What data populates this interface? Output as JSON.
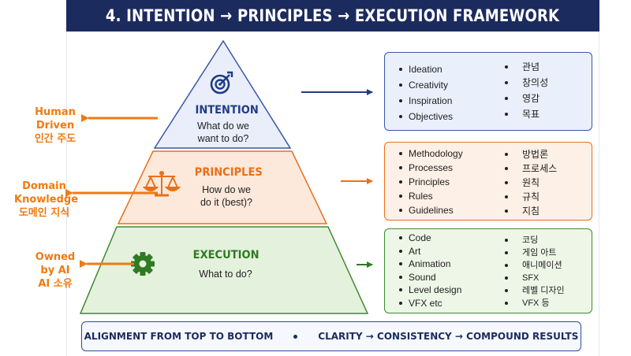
{
  "title": "4. INTENTION → PRINCIPLES → EXECUTION FRAMEWORK",
  "colors": {
    "banner": "#1c2b5e",
    "intention": "#1f3c88",
    "principles": "#e8701a",
    "execution": "#2f7a23",
    "side_labels": "#f07a10"
  },
  "tiers": [
    {
      "title": "INTENTION",
      "question": [
        "What do we",
        "want to do?"
      ],
      "icon": "target-icon",
      "side_label": [
        "Human",
        "Driven",
        "인간 주도"
      ],
      "items_en": [
        "Ideation",
        "Creativity",
        "Inspiration",
        "Objectives"
      ],
      "items_ko": [
        "관념",
        "창의성",
        "영감",
        "목표"
      ]
    },
    {
      "title": "PRINCIPLES",
      "question": [
        "How do we",
        "do it (best)?"
      ],
      "icon": "balance-scale-icon",
      "side_label": [
        "Domain",
        "Knowledge",
        "도메인 지식"
      ],
      "items_en": [
        "Methodology",
        "Processes",
        "Principles",
        "Rules",
        "Guidelines"
      ],
      "items_ko": [
        "방법론",
        "프로세스",
        "원칙",
        "규칙",
        "지침"
      ]
    },
    {
      "title": "EXECUTION",
      "question": [
        "What to do?"
      ],
      "icon": "gear-icon",
      "side_label": [
        "Owned",
        "by AI",
        "AI 소유"
      ],
      "items_en": [
        "Code",
        "Art",
        "Animation",
        "Sound",
        "Level design",
        "VFX etc"
      ],
      "items_ko": [
        "코딩",
        "게임 아트",
        "애니메이션",
        "SFX",
        "레벨 디자인",
        "VFX 등"
      ]
    }
  ],
  "footer": {
    "left": "ALIGNMENT FROM TOP TO BOTTOM",
    "right": "CLARITY → CONSISTENCY → COMPOUND RESULTS"
  }
}
